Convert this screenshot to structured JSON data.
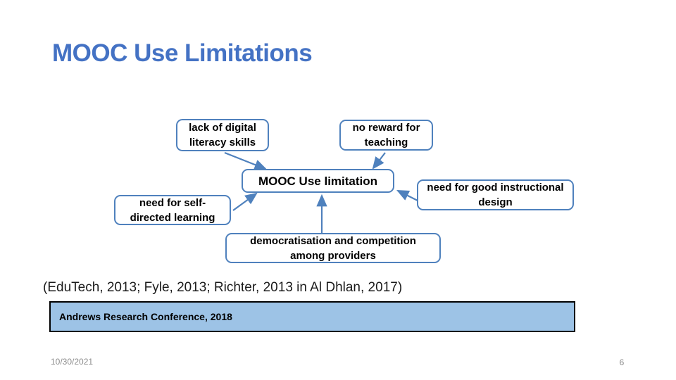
{
  "title": "MOOC Use Limitations",
  "diagram": {
    "center_label": "MOOC Use limitation",
    "nodes": {
      "lack": {
        "label": "lack of digital\nliteracy skills"
      },
      "reward": {
        "label": "no reward for\nteaching"
      },
      "self": {
        "label": "need for self-\ndirected learning"
      },
      "design": {
        "label": "need for good instructional\ndesign"
      },
      "demo": {
        "label": "democratisation and competition\namong providers"
      }
    }
  },
  "citation": "(EduTech, 2013; Fyle, 2013; Richter, 2013 in Al Dhlan, 2017)",
  "banner": {
    "label": "Andrews Research Conference, 2018"
  },
  "footer": {
    "date": "10/30/2021",
    "slide_number": "6"
  },
  "colors": {
    "title_text": "#4472C4",
    "box_border": "#4F81BD",
    "arrow": "#4F81BD",
    "box_text": "#000000",
    "banner_fill": "#9DC3E6",
    "banner_border": "#000000",
    "footer_text": "#8C8C8C"
  }
}
